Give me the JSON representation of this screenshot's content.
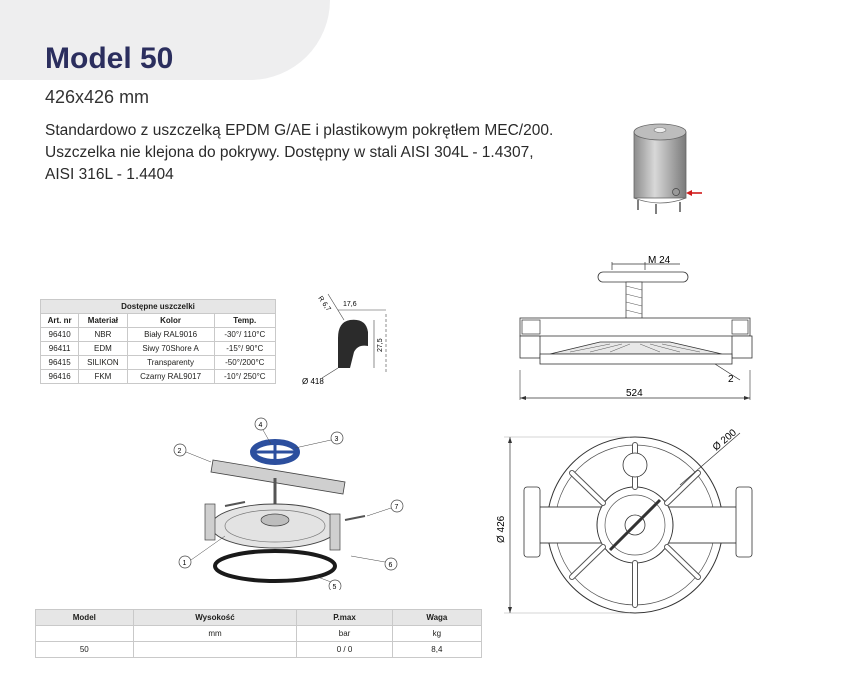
{
  "header": {
    "title": "Model 50",
    "size": "426x426  mm",
    "description": "Standardowo z uszczelką EPDM G/AE i plastikowym pokrętłem MEC/200. Uszczelka nie klejona do pokrywy. Dostępny w stali AISI 304L - 1.4307, AISI 316L - 1.4404"
  },
  "seals_table": {
    "caption": "Dostępne uszczelki",
    "columns": [
      "Art. nr",
      "Materiał",
      "Kolor",
      "Temp."
    ],
    "rows": [
      [
        "96410",
        "NBR",
        "Biały RAL9016",
        "-30°/ 110°C"
      ],
      [
        "96411",
        "EDM",
        "Siwy 70Shore A",
        "-15°/ 90°C"
      ],
      [
        "96415",
        "SILIKON",
        "Transparenty",
        "-50°/200°C"
      ],
      [
        "96416",
        "FKM",
        "Czarny RAL9017",
        "-10°/ 250°C"
      ]
    ]
  },
  "profile_drawing": {
    "radius": "R 6,7",
    "width": "17,6",
    "height": "27,5",
    "diameter": "Ø 418"
  },
  "side_drawing": {
    "thread": "M 24",
    "width": "524",
    "gap": "2"
  },
  "top_drawing": {
    "handwheel": "Ø 200",
    "diameter": "Ø 426"
  },
  "exploded_labels": [
    "1",
    "2",
    "3",
    "4",
    "5",
    "6",
    "7"
  ],
  "spec_table": {
    "columns": [
      "Model",
      "Wysokość",
      "P.max",
      "Waga"
    ],
    "units": [
      "",
      "mm",
      "bar",
      "kg"
    ],
    "row": [
      "50",
      "",
      "0 / 0",
      "8,4"
    ]
  }
}
